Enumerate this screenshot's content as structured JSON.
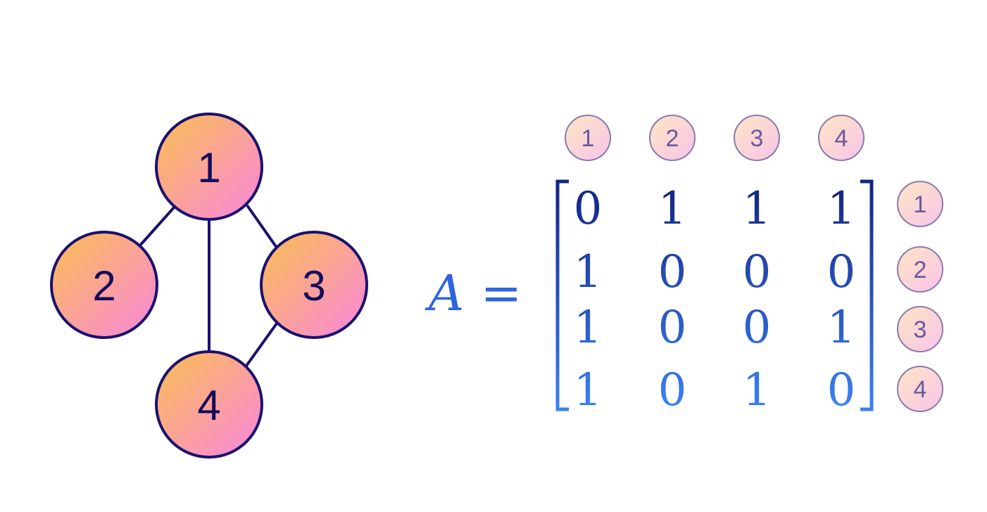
{
  "graph": {
    "nodes": [
      {
        "id": 1,
        "label": "1"
      },
      {
        "id": 2,
        "label": "2"
      },
      {
        "id": 3,
        "label": "3"
      },
      {
        "id": 4,
        "label": "4"
      }
    ],
    "edges": [
      [
        1,
        2
      ],
      [
        1,
        3
      ],
      [
        1,
        4
      ],
      [
        3,
        4
      ]
    ]
  },
  "equation": {
    "variable": "A",
    "equals": "="
  },
  "matrix": {
    "column_headers": [
      "1",
      "2",
      "3",
      "4"
    ],
    "row_headers": [
      "1",
      "2",
      "3",
      "4"
    ],
    "rows": [
      [
        "0",
        "1",
        "1",
        "1"
      ],
      [
        "1",
        "0",
        "0",
        "0"
      ],
      [
        "1",
        "0",
        "0",
        "1"
      ],
      [
        "1",
        "0",
        "1",
        "0"
      ]
    ]
  },
  "colors": {
    "node_gradient_start": "#fbbf50",
    "node_gradient_end": "#f986df",
    "node_stroke": "#1a1070",
    "edge": "#1a1070",
    "badge_fill_start": "#fde6c4",
    "badge_fill_end": "#f8c4ea",
    "badge_stroke": "#8a7ab0",
    "math_top": "#13237f",
    "math_bottom": "#3b82f6"
  }
}
